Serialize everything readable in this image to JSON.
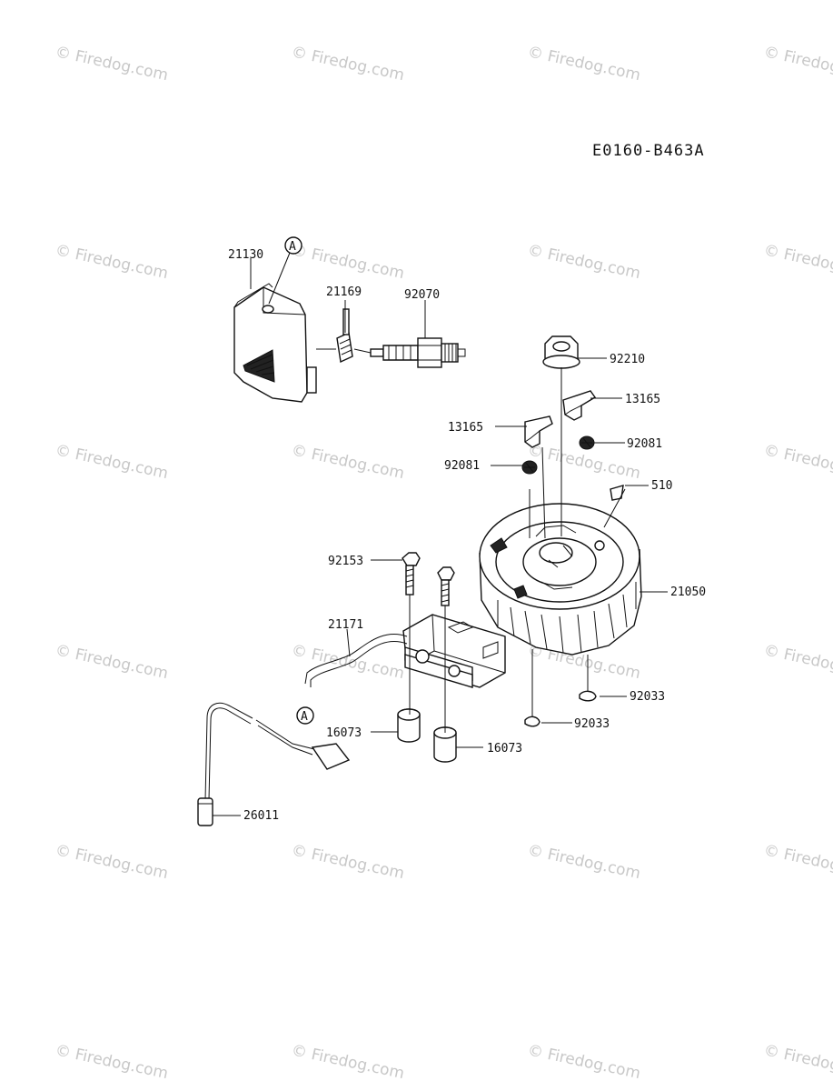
{
  "diagram_code": "E0160-B463A",
  "watermark_text": "© Firedog.com",
  "part_labels": {
    "p21130": "21130",
    "p21169": "21169",
    "p92070": "92070",
    "p92210": "92210",
    "p13165_a": "13165",
    "p13165_b": "13165",
    "p92081_a": "92081",
    "p92081_b": "92081",
    "p510": "510",
    "p92153": "92153",
    "p21050": "21050",
    "p21171": "21171",
    "p92033_a": "92033",
    "p92033_b": "92033",
    "p16073_a": "16073",
    "p16073_b": "16073",
    "p26011": "26011"
  },
  "callout_letter": "A"
}
